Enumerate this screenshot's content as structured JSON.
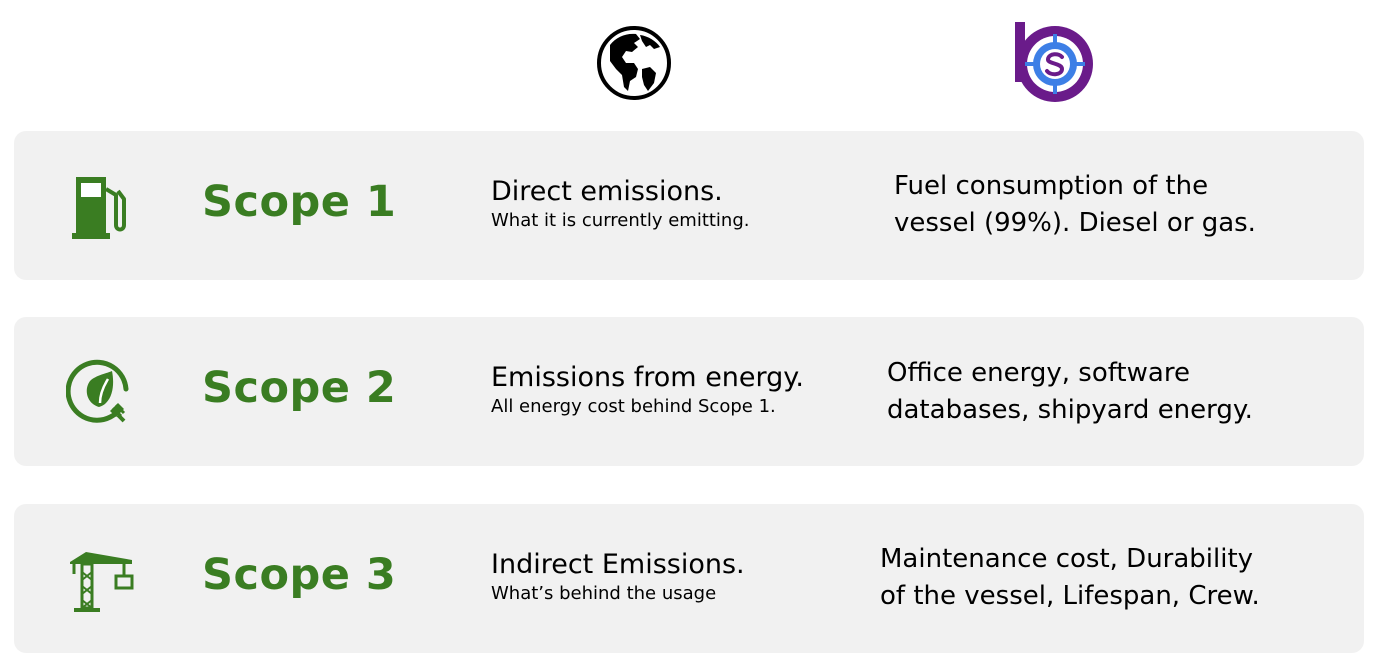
{
  "header": {
    "world_icon": "globe-americas-icon",
    "company_icon": "company-logo-icon"
  },
  "colors": {
    "scope_green": "#3a7d22",
    "row_background": "#f1f1f1",
    "logo_purple": "#6a1b8a",
    "logo_blue": "#3d7fe6"
  },
  "rows": [
    {
      "icon": "fuel-pump-icon",
      "title": "Scope 1",
      "main": "Direct emissions.",
      "sub": "What it is currently emitting.",
      "detail": "Fuel consumption of the\nvessel (99%). Diesel or gas."
    },
    {
      "icon": "leaf-plug-icon",
      "title": "Scope 2",
      "main": "Emissions from energy.",
      "sub": "All energy cost behind Scope 1.",
      "detail": "Office energy, software\ndatabases, shipyard energy."
    },
    {
      "icon": "crane-icon",
      "title": "Scope 3",
      "main": "Indirect Emissions.",
      "sub": "What’s behind the usage",
      "detail": "Maintenance cost, Durability\nof the vessel, Lifespan, Crew."
    }
  ]
}
